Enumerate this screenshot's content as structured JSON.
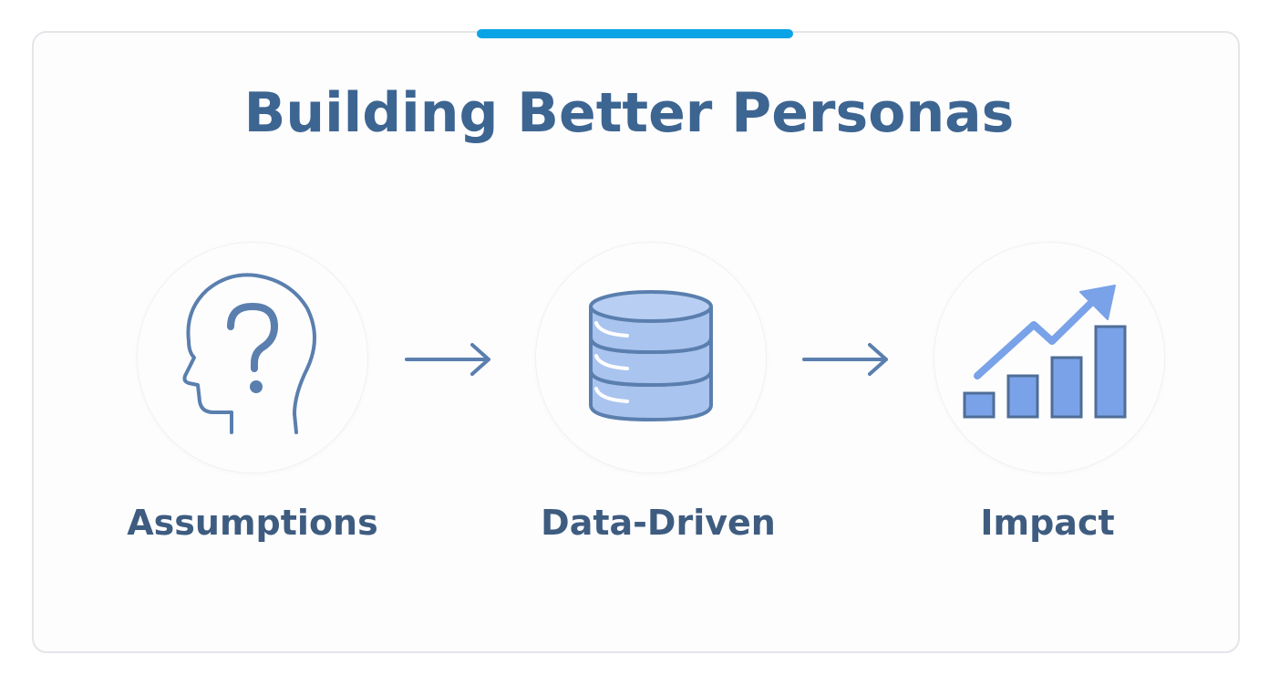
{
  "title": "Building Better Personas",
  "colors": {
    "accent": "#0aa3e6",
    "title": "#3d6591",
    "label": "#3e5c80",
    "icon_stroke": "#5a7fae",
    "icon_fill": "#a9c4ef"
  },
  "steps": [
    {
      "label": "Assumptions",
      "icon": "head-question-icon"
    },
    {
      "label": "Data-Driven",
      "icon": "database-icon"
    },
    {
      "label": "Impact",
      "icon": "growth-chart-icon"
    }
  ],
  "connectors": [
    {
      "icon": "arrow-right-icon"
    },
    {
      "icon": "arrow-right-icon"
    }
  ]
}
